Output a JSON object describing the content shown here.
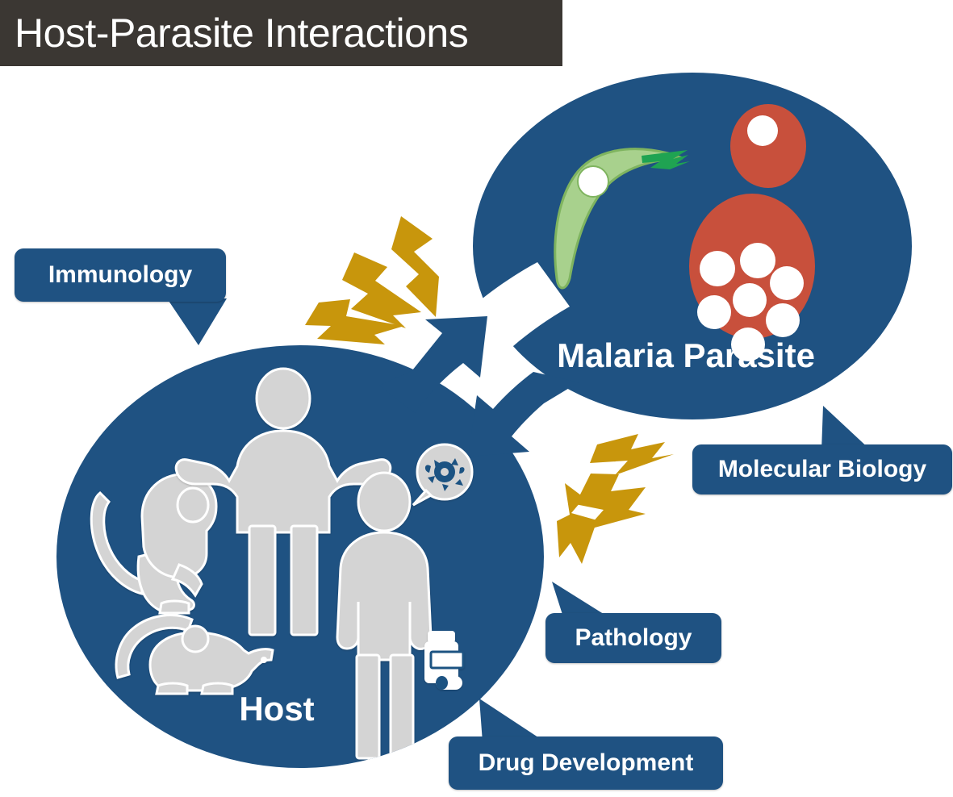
{
  "title": {
    "text": "Host-Parasite Interactions",
    "bar_color": "#3b3733",
    "text_color": "#ffffff"
  },
  "palette": {
    "blue": "#1f5282",
    "gold": "#c8960c",
    "red": "#c8503c",
    "green_light": "#a8d18d",
    "green_dark": "#1fa352",
    "figure_gray": "#d4d4d4",
    "white": "#ffffff",
    "background": "#ffffff"
  },
  "nodes": [
    {
      "id": "host",
      "label": "Host",
      "shape": "ellipse",
      "fill": "#1f5282",
      "icons": [
        "monkey-icon",
        "rat-icon",
        "human-adult-icon",
        "human-child-icon",
        "speech-bubble-parasite-icon",
        "medicine-bottle-icon"
      ]
    },
    {
      "id": "malaria-parasite",
      "label": "Malaria Parasite",
      "shape": "ellipse",
      "fill": "#1f5282",
      "icons": [
        "sporozoite-icon",
        "ring-stage-infected-cell-icon",
        "schizont-infected-cell-icon"
      ]
    }
  ],
  "connector": {
    "type": "bidirectional-arrow",
    "from": "host",
    "to": "malaria-parasite",
    "color": "#1f5282"
  },
  "lightning_clusters": [
    {
      "id": "lightning-upper-left",
      "count": 3,
      "color": "#c8960c"
    },
    {
      "id": "lightning-lower-right",
      "count": 3,
      "color": "#c8960c"
    }
  ],
  "callouts": [
    {
      "id": "immunology",
      "label": "Immunology",
      "tail": "down-right",
      "attaches_to": "host"
    },
    {
      "id": "molecular-biology",
      "label": "Molecular Biology",
      "tail": "up-left",
      "attaches_to": "malaria-parasite"
    },
    {
      "id": "pathology",
      "label": "Pathology",
      "tail": "up-left",
      "attaches_to": "host"
    },
    {
      "id": "drug-development",
      "label": "Drug Development",
      "tail": "up-left",
      "attaches_to": "host"
    }
  ],
  "parasite_cells": {
    "ring_stage_dots": 1,
    "schizont_dots": 7
  }
}
